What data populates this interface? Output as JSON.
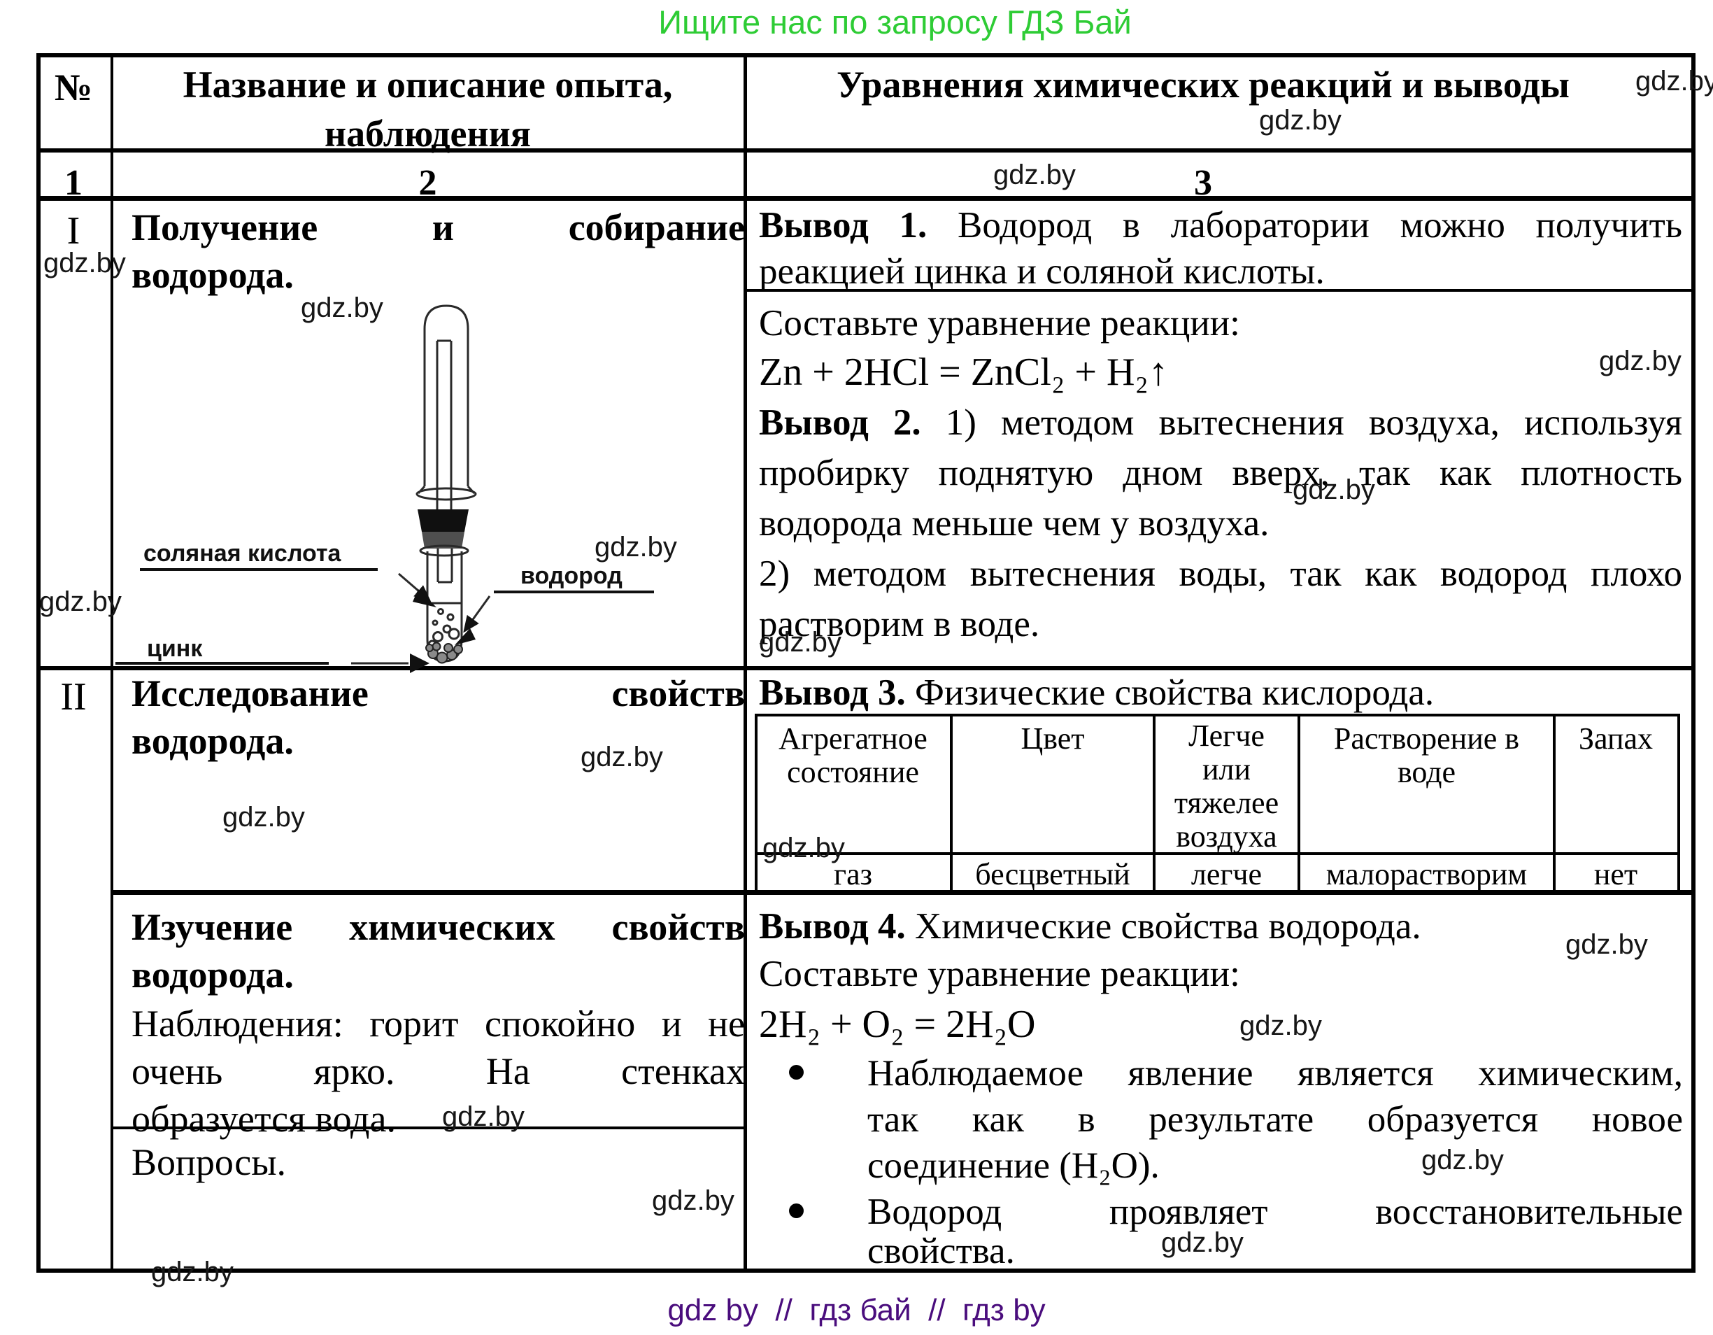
{
  "banner": {
    "text": "Ищите нас по запросу ГДЗ Бай",
    "color": "#2ecc35"
  },
  "watermark_text": "gdz.by",
  "footer": {
    "text": "gdz by  //  гдз бай  //  гдз by",
    "color": "#4a0d7d"
  },
  "table": {
    "header": {
      "num": "№",
      "col2": [
        "Название и описание опыта,",
        "наблюдения"
      ],
      "col3": "Уравнения химических реакций и выводы"
    },
    "index_row": [
      "1",
      "2",
      "3"
    ],
    "row1": {
      "num": "I",
      "title": [
        "Получение и собирание",
        "водорода."
      ],
      "diagram": {
        "acid_label": "соляная кислота",
        "gas_label": "водород",
        "zinc_label": "цинк"
      },
      "c1_lead": "Вывод 1.",
      "c1_lines": [
        "Водород в лаборатории можно получить",
        "реакцией цинка и соляной кислоты."
      ],
      "make_eq": "Составьте уравнение реакции:",
      "equation": "Zn + 2HCl = ZnCl₂ + H₂↑",
      "c2_lead": "Вывод 2.",
      "c2_lines": [
        "1) методом вытеснения воздуха, используя",
        "пробирку поднятую дном вверх, так как плотность",
        "водорода меньше чем у воздуха.",
        "2) методом вытеснения воды, так как водород плохо",
        "растворим в воде."
      ]
    },
    "row2": {
      "num": "II",
      "title": [
        "Исследование свойств",
        "водорода."
      ],
      "c3_lead": "Вывод 3.",
      "c3_rest": "Физические свойства кислорода.",
      "properties": {
        "headers": [
          [
            "Агрегатное",
            "состояние"
          ],
          [
            "Цвет"
          ],
          [
            "Легче",
            "или",
            "тяжелее",
            "воздуха"
          ],
          [
            "Растворение в",
            "воде"
          ],
          [
            "Запах"
          ]
        ],
        "values": [
          "газ",
          "бесцветный",
          "легче",
          "малорастворим",
          "нет"
        ]
      }
    },
    "row3": {
      "title": [
        "Изучение химических свойств",
        "водорода."
      ],
      "observations": [
        "Наблюдения: горит спокойно и не",
        "очень ярко. На стенках",
        "образуется вода."
      ],
      "questions": "Вопросы.",
      "c4_lead": "Вывод 4.",
      "c4_rest": "Химические свойства водорода.",
      "make_eq": "Составьте уравнение реакции:",
      "equation": "2H₂ + O₂ = 2H₂O",
      "bullets": [
        [
          "Наблюдаемое явление является химическим,",
          "так как в результате образуется новое",
          "соединение (H₂O)."
        ],
        [
          "Водород проявляет восстановительные",
          "свойства."
        ]
      ]
    }
  }
}
